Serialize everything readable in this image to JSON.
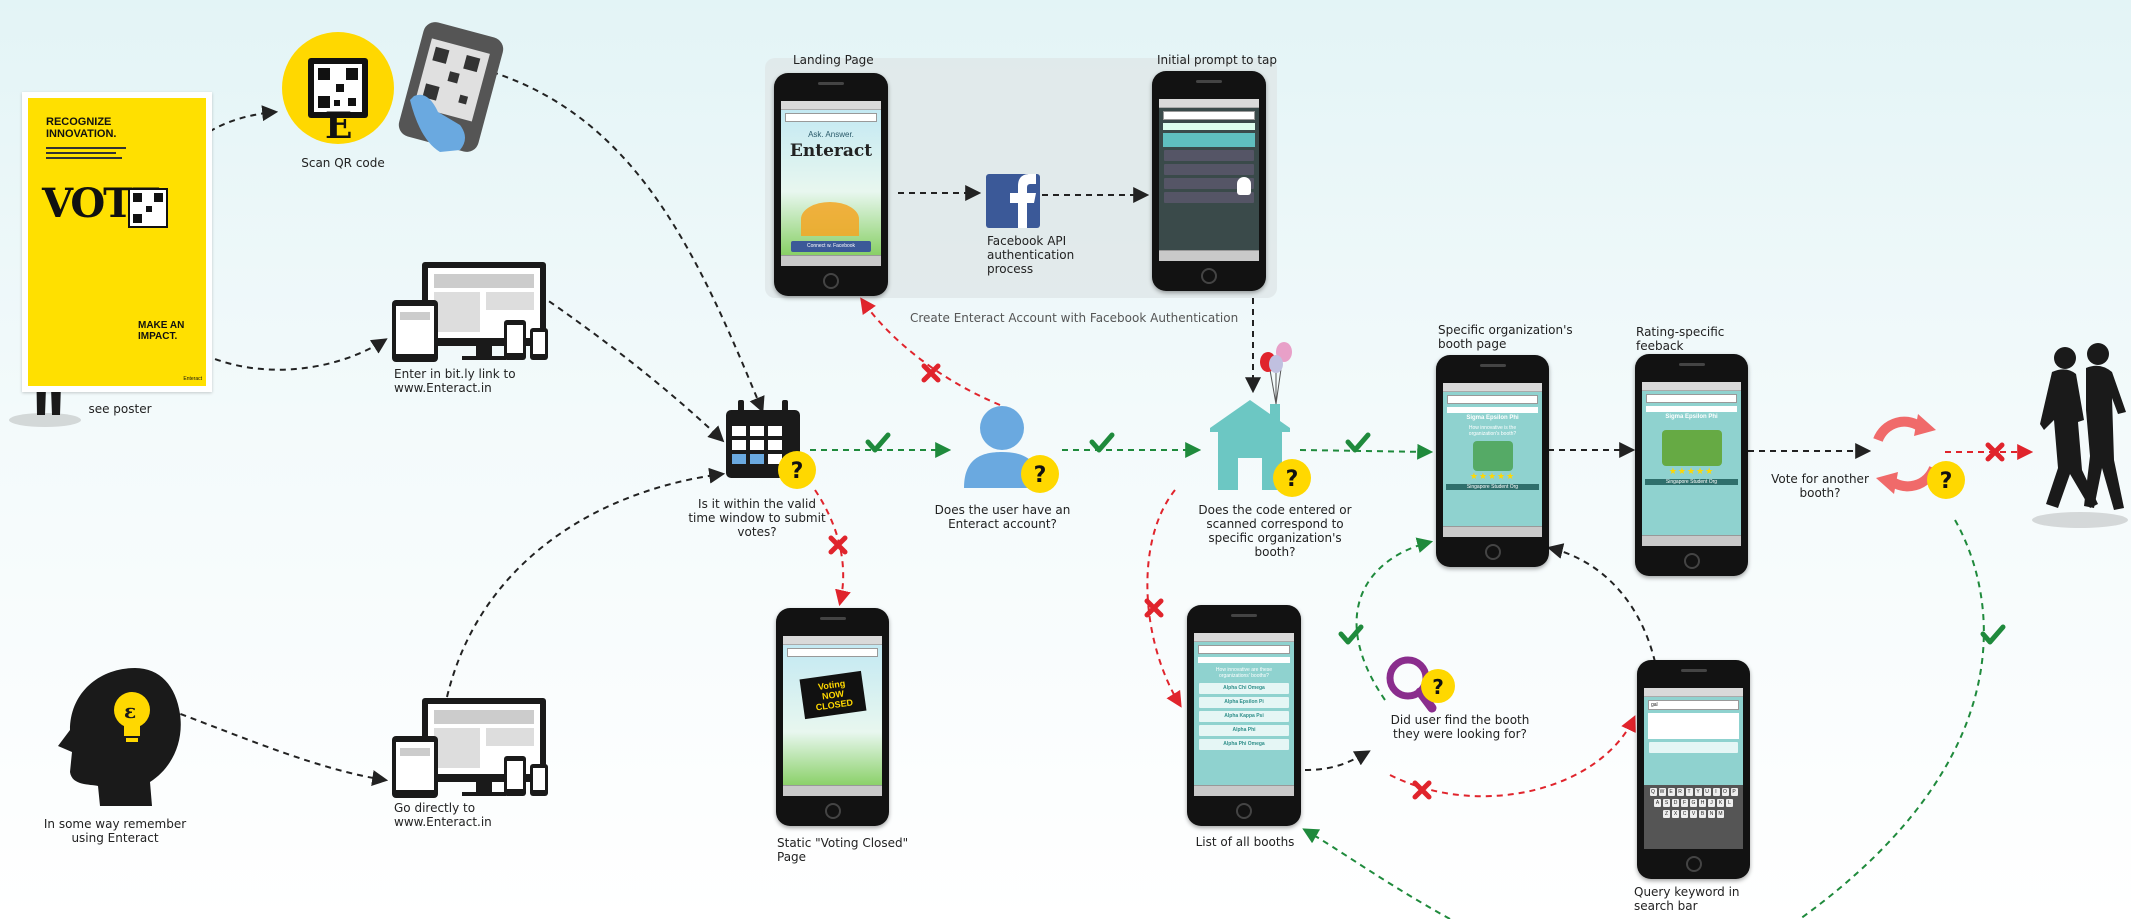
{
  "labels": {
    "see_poster": "see poster",
    "scan_qr": "Scan QR code",
    "enter_bitly": "Enter in bit.ly link to\nwww.Enteract.in",
    "remember": "In some way remember\nusing Enteract",
    "go_directly": "Go directly to\nwww.Enteract.in",
    "landing_page": "Landing Page",
    "initial_prompt": "Initial prompt to tap",
    "fb_api": "Facebook API\nauthentication\nprocess",
    "create_account": "Create Enteract Account with  Facebook Authentication",
    "time_window": "Is it within the valid\ntime window to submit\nvotes?",
    "has_account": "Does the user have an\nEnteract account?",
    "code_booth": "Does the code entered or\nscanned correspond to\nspecific organization's booth?",
    "specific_booth": "Specific organization's\nbooth page",
    "rating_feedback": "Rating-specific\nfeeback",
    "vote_another": "Vote for another\nbooth?",
    "voting_closed": "Static \"Voting Closed\"\nPage",
    "list_booths": "List of all booths",
    "find_booth": "Did user find the booth\nthey were looking for?",
    "query_keyword": "Query keyword in\nsearch bar"
  },
  "poster": {
    "headline": "RECOGNIZE\nINNOVATION.",
    "big_text": "VOTE",
    "footer": "MAKE AN\nIMPACT.",
    "brand": "Enteract"
  },
  "screens": {
    "landing_tagline": "Ask. Answer.",
    "landing_logo": "Enteract",
    "landing_button": "Connect w. Facebook",
    "closed_sign": "Voting\nNOW\nCLOSED",
    "booth_name": "Sigma Epsilon Phi",
    "booth_question": "How innovative is the\norganization's booth?",
    "booth_footer": "Singapore Student Org",
    "list_header": "How innovative are these\norganizations' booths?",
    "list_items": [
      "Alpha Chi Omega",
      "Alpha Epsilon Pi",
      "Alpha Kappa Psi",
      "Alpha Phi",
      "Alpha Phi Omega"
    ],
    "search_query": "gal",
    "keyboard_rows": [
      "QWERTYUIOP",
      "ASDFGHJKL",
      "ZXCVBNM"
    ]
  },
  "colors": {
    "accent_yellow": "#ffd800",
    "check_green": "#1f8a3c",
    "cross_red": "#e0242c",
    "house_teal": "#6cc7c3",
    "person_blue": "#6aa9e0",
    "fb_blue": "#3b5998",
    "magnifier_purple": "#8a2d8d",
    "refresh_red": "#f06a6a"
  },
  "icons": {
    "calendar": "calendar-icon",
    "user": "user-icon",
    "house": "house-icon",
    "question": "question-icon",
    "check": "check-icon",
    "cross": "cross-icon",
    "magnifier": "magnifier-icon",
    "refresh": "refresh-icon",
    "facebook": "facebook-icon",
    "qr": "qr-code-icon"
  }
}
